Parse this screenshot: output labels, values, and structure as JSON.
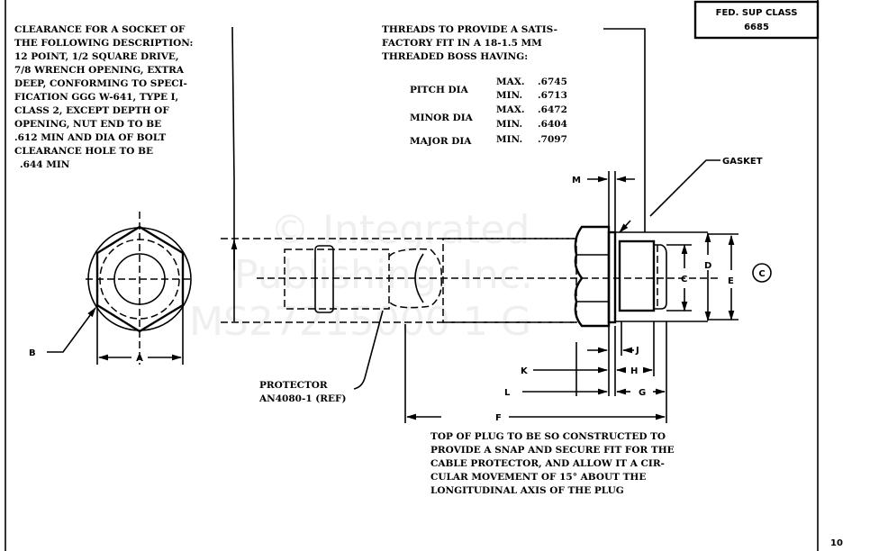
{
  "title_box": {
    "line1": "FED. SUP CLASS",
    "line2": "6685"
  },
  "clearance_note": [
    "CLEARANCE FOR A SOCKET OF",
    "THE FOLLOWING DESCRIPTION:",
    "12 POINT, 1/2 SQUARE DRIVE,",
    "7/8 WRENCH OPENING, EXTRA",
    "DEEP, CONFORMING TO SPECI-",
    "FICATION GGG W-641, TYPE I,",
    "CLASS 2, EXCEPT DEPTH OF",
    "OPENING, NUT END TO BE",
    ".612 MIN AND DIA OF BOLT",
    "CLEARANCE HOLE TO BE",
    ".644 MIN"
  ],
  "threads_note": [
    "THREADS TO PROVIDE A SATIS-",
    "FACTORY FIT IN A 18-1.5 MM",
    "THREADED BOSS HAVING:"
  ],
  "thread_table": [
    {
      "label": "PITCH DIA",
      "limit": "MAX.",
      "value": ".6745"
    },
    {
      "label": "",
      "limit": "MIN.",
      "value": ".6713"
    },
    {
      "label": "MINOR DIA",
      "limit": "MAX.",
      "value": ".6472"
    },
    {
      "label": "",
      "limit": "MIN.",
      "value": ".6404"
    },
    {
      "label": "MAJOR DIA",
      "limit": "MIN.",
      "value": ".7097"
    }
  ],
  "labels": {
    "gasket": "GASKET",
    "protector1": "PROTECTOR",
    "protector2": "AN4080-1 (REF)",
    "A": "A",
    "B": "B",
    "C": "C",
    "D": "D",
    "E": "E",
    "F": "F",
    "G": "G",
    "H": "H",
    "J": "J",
    "K": "K",
    "L": "L",
    "M": "M",
    "circle_c": "C",
    "corner": "10"
  },
  "top_note": [
    "TOP OF PLUG TO BE SO CONSTRUCTED TO",
    "PROVIDE A SNAP AND SECURE FIT FOR THE",
    "CABLE PROTECTOR, AND ALLOW IT A CIR-",
    "CULAR MOVEMENT OF 15° ABOUT THE",
    "LONGITUDINAL AXIS OF THE PLUG"
  ],
  "watermark": [
    "© Integrated",
    "Publishing, Inc.",
    "MS27215000 1 G"
  ]
}
